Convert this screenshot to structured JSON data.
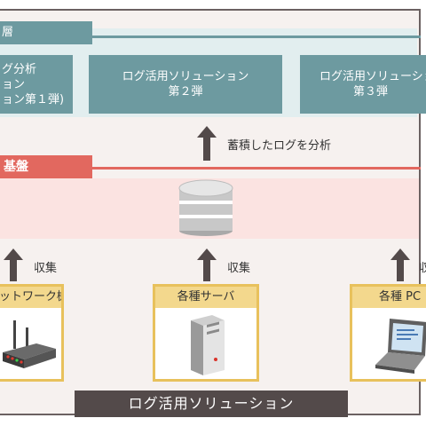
{
  "solutions": {
    "tab_label": "層",
    "boxes": [
      {
        "line1": "グ分析",
        "line2": "ョン",
        "line3": "ョン第１弾)"
      },
      {
        "line1": "ログ活用ソリューション",
        "line2": "第２弾"
      },
      {
        "line1": "ログ活用ソリューション",
        "line2": "第３弾"
      }
    ]
  },
  "analysis_label": "蓄積したログを分析",
  "platform": {
    "tab_label": "基盤"
  },
  "collect_labels": [
    "収集",
    "収集",
    "収"
  ],
  "cards": [
    {
      "label": "ットワーク機器",
      "icon": "router-icon"
    },
    {
      "label": "各種サーバ",
      "icon": "server-icon"
    },
    {
      "label": "各種 PC",
      "icon": "laptop-icon"
    }
  ],
  "database_icon": "database-icon",
  "bottom_title": "ログ活用ソリューション",
  "colors": {
    "solution": "#6d9aa0",
    "platform": "#e2685f",
    "collection": "#e8c15c",
    "dark": "#534a4a"
  }
}
